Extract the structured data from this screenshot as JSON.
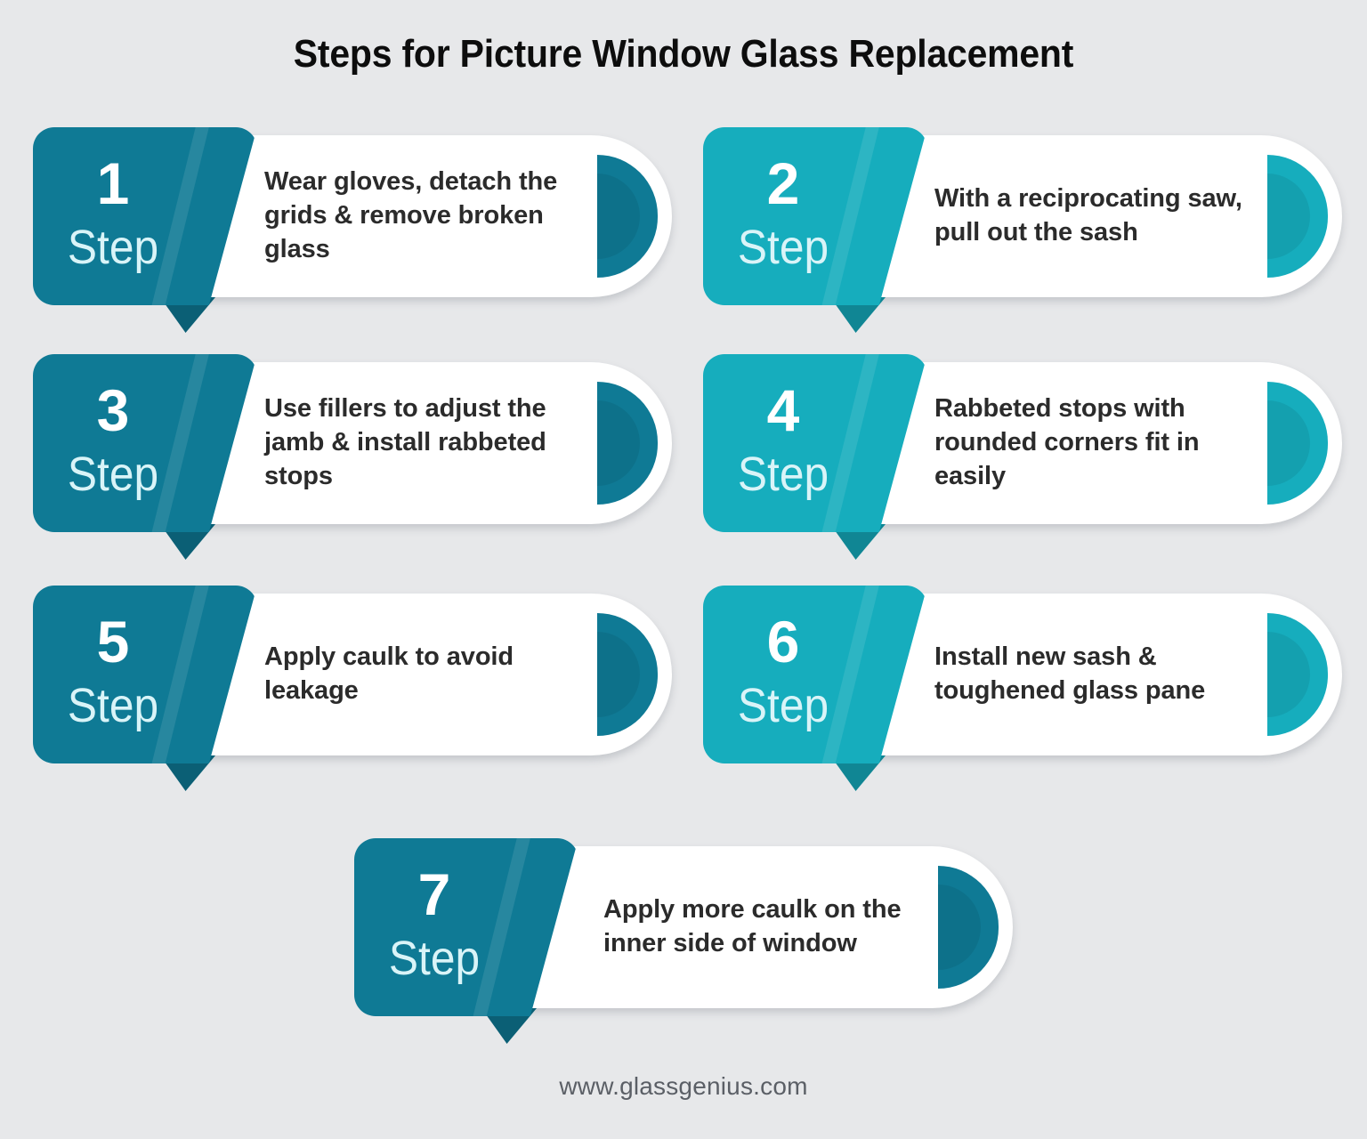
{
  "page": {
    "title": "Steps for Picture Window Glass Replacement",
    "background_color": "#e7e8ea",
    "footer_url": "www.glassgenius.com",
    "step_label": "Step"
  },
  "colors": {
    "dark_teal": "#0f7a95",
    "dark_teal_fold": "#0b5f75",
    "bright_cyan": "#16adbd",
    "bright_cyan_fold": "#108694",
    "title_text": "#0d0d0d",
    "body_text": "#2b2b2b",
    "footer_text": "#5b5f66",
    "card_white": "#ffffff",
    "step_word": "#d9f4f8"
  },
  "steps": [
    {
      "number": "1",
      "label": "Step",
      "text": "Wear gloves, detach the grids & remove broken glass",
      "color": "#0f7a95",
      "fold_color": "#0b5f75",
      "row": "r1",
      "column": "cL"
    },
    {
      "number": "2",
      "label": "Step",
      "text": "With a reciprocating saw, pull out the sash",
      "color": "#16adbd",
      "fold_color": "#108694",
      "row": "r1",
      "column": "cR"
    },
    {
      "number": "3",
      "label": "Step",
      "text": "Use fillers to adjust the jamb & install rabbeted stops",
      "color": "#0f7a95",
      "fold_color": "#0b5f75",
      "row": "r2",
      "column": "cL"
    },
    {
      "number": "4",
      "label": "Step",
      "text": "Rabbeted stops with rounded corners fit in easily",
      "color": "#16adbd",
      "fold_color": "#108694",
      "row": "r2",
      "column": "cR"
    },
    {
      "number": "5",
      "label": "Step",
      "text": "Apply caulk to avoid leakage",
      "color": "#0f7a95",
      "fold_color": "#0b5f75",
      "row": "r3",
      "column": "cL"
    },
    {
      "number": "6",
      "label": "Step",
      "text": "Install new sash & toughened glass pane",
      "color": "#16adbd",
      "fold_color": "#108694",
      "row": "r3",
      "column": "cR"
    },
    {
      "number": "7",
      "label": "Step",
      "text": "Apply more caulk on the inner side of window",
      "color": "#0f7a95",
      "fold_color": "#0b5f75",
      "row": "r4",
      "column": "cC"
    }
  ]
}
